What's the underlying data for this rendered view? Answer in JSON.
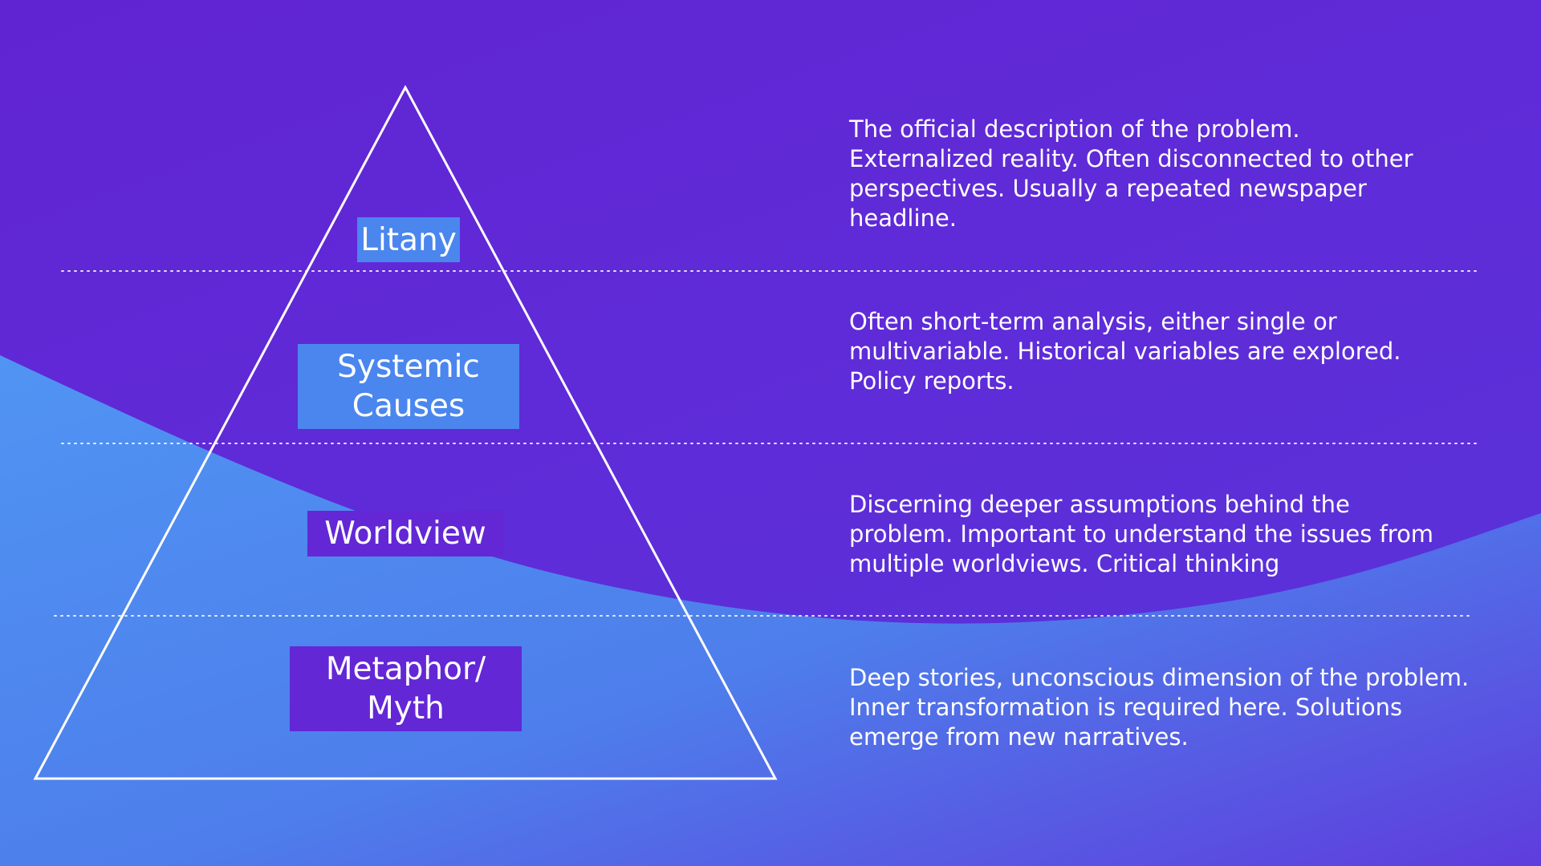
{
  "diagram": {
    "type": "iceberg-pyramid",
    "levels": [
      {
        "label": "Litany",
        "description": "The official description of the problem.\nExternalized reality. Often disconnected to other\nperspectives. Usually a repeated newspaper\nheadline."
      },
      {
        "label": "Systemic\nCauses",
        "description": "Often short-term analysis, either single or\nmultivariable. Historical variables are explored.\nPolicy reports."
      },
      {
        "label": "Worldview",
        "description": "Discerning deeper assumptions behind the\nproblem. Important to understand the issues from\nmultiple worldviews. Critical thinking"
      },
      {
        "label": "Metaphor/\nMyth",
        "description": "Deep stories, unconscious dimension of the problem.\nInner transformation is required here. Solutions\nemerge from new narratives."
      }
    ]
  },
  "colors": {
    "background": "#6124d2",
    "wave": "#4a8cf0",
    "label_light": "#4a86ee",
    "label_dark": "#6327d6",
    "text": "#ffffff"
  }
}
